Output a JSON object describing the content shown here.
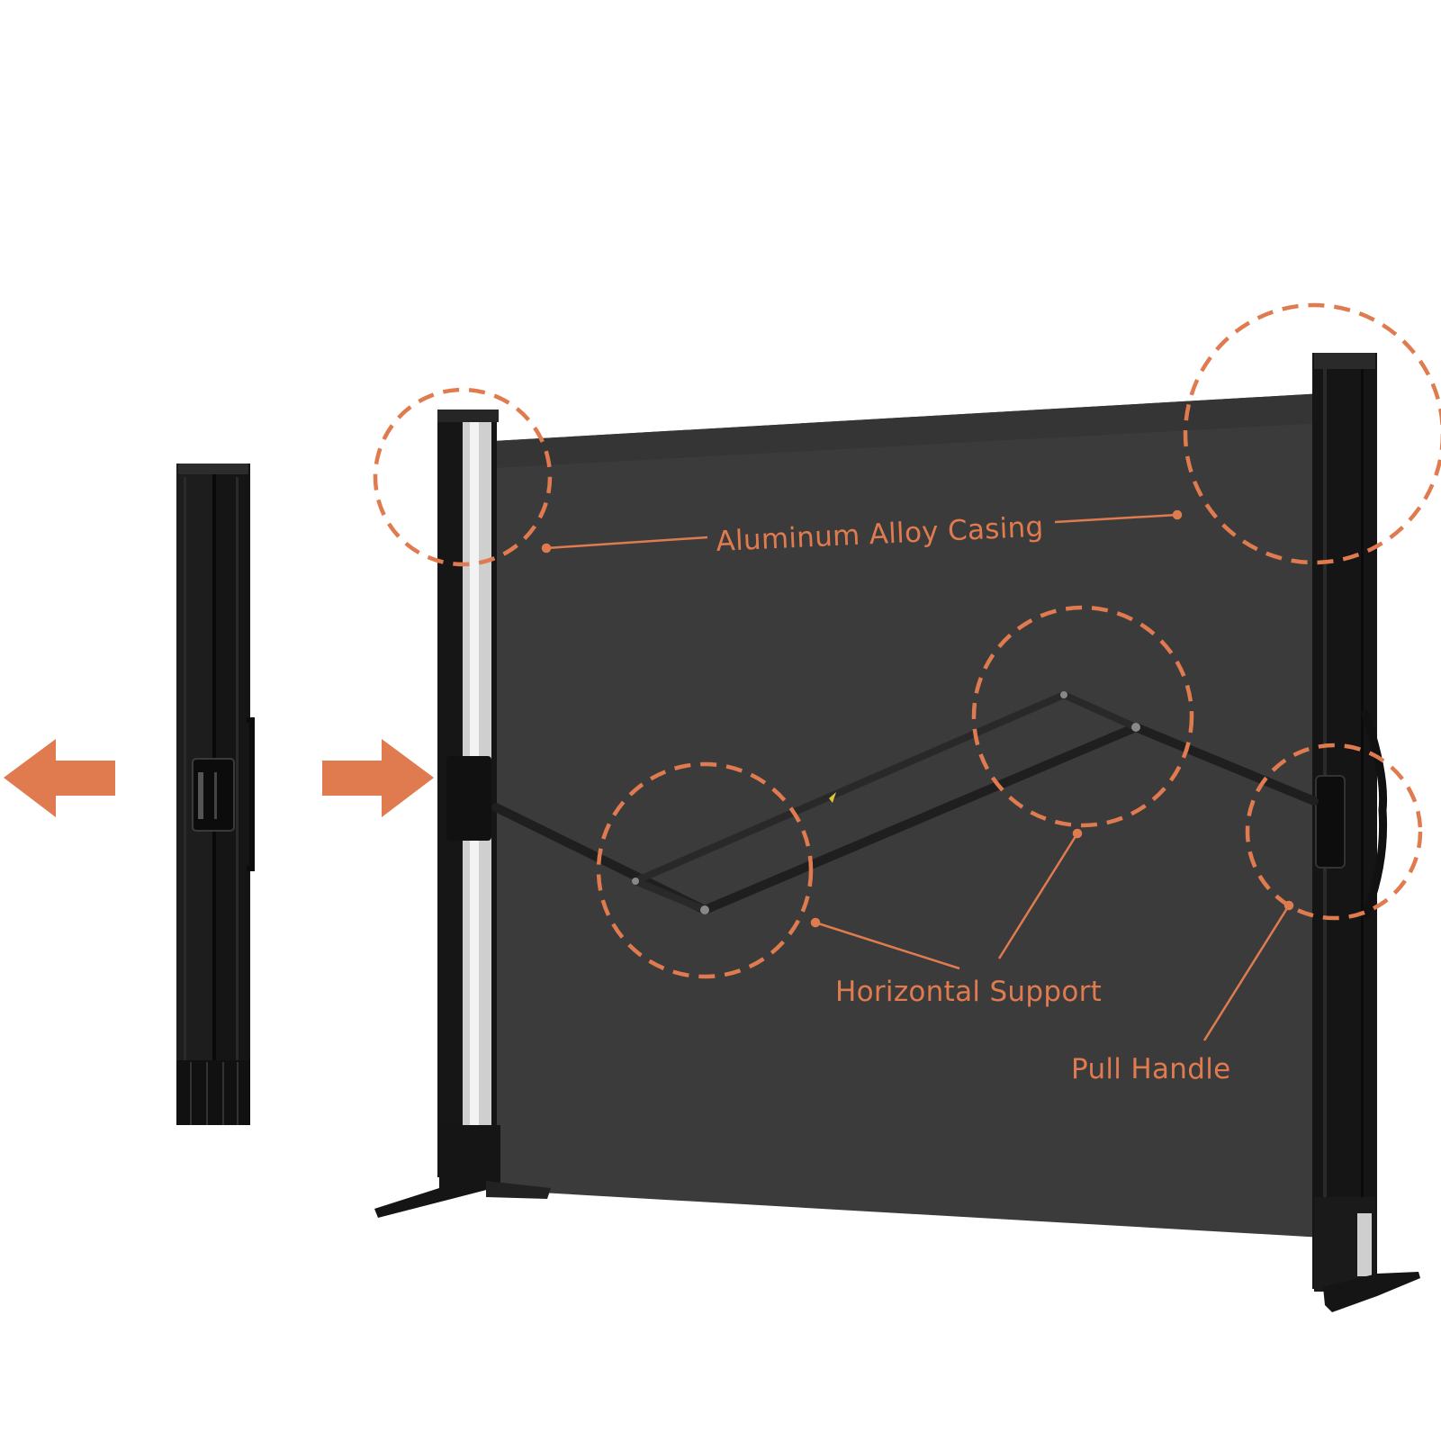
{
  "colors": {
    "background": "#ffffff",
    "accent": "#e07b4f",
    "screen_fabric": "#3b3b3b",
    "casing": "#151515",
    "casing_highlight": "#2c2c2c",
    "aluminum": "#d9d9d9"
  },
  "labels": {
    "aluminum_alloy_casing": "Aluminum Alloy Casing",
    "horizontal_support": "Horizontal Support",
    "pull_handle": "Pull Handle"
  },
  "arrows": {
    "left": "arrow-left-icon",
    "right": "arrow-right-icon"
  }
}
